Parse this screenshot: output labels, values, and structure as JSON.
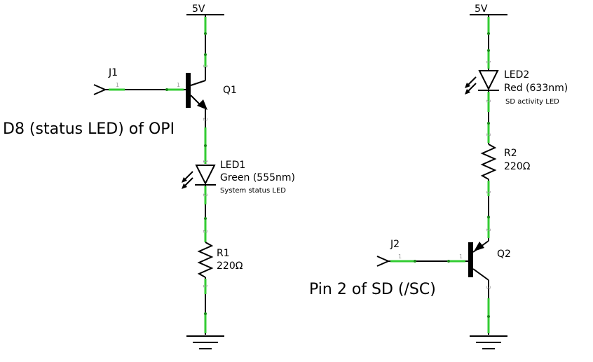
{
  "left_circuit": {
    "supply_label": "5V",
    "input_connector": "J1",
    "input_pin": "1",
    "input_note": "D8 (status LED) of OPI",
    "transistor": {
      "ref": "Q1",
      "pin_base": "1",
      "pin_collector": "3",
      "pin_emitter": "2"
    },
    "led": {
      "ref": "LED1",
      "value": "Green (555nm)",
      "note": "System status LED",
      "pin_anode": "1",
      "pin_cathode": "2"
    },
    "resistor": {
      "ref": "R1",
      "value": "220Ω",
      "pin_top": "2",
      "pin_bottom": "1"
    }
  },
  "right_circuit": {
    "supply_label": "5V",
    "input_connector": "J2",
    "input_pin": "1",
    "input_note": "Pin 2 of SD (/SC)",
    "transistor": {
      "ref": "Q2",
      "pin_base": "1",
      "pin_collector": "2",
      "pin_emitter": "3"
    },
    "led": {
      "ref": "LED2",
      "value": "Red (633nm)",
      "note": "SD activity LED",
      "pin_anode": "1",
      "pin_cathode": "2"
    },
    "resistor": {
      "ref": "R2",
      "value": "220Ω",
      "pin_top": "2",
      "pin_bottom": "1"
    }
  }
}
